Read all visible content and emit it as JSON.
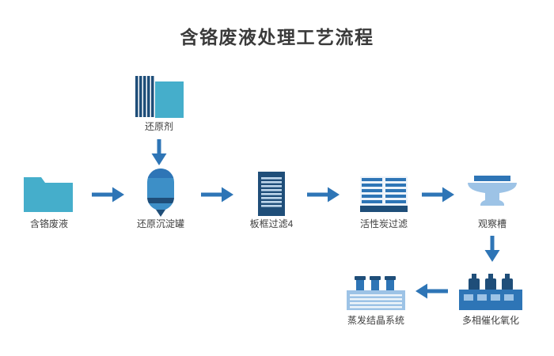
{
  "title": "含铬废液处理工艺流程",
  "nodes": {
    "waste": {
      "label": "含铬废液"
    },
    "reducer": {
      "label": "还原剂"
    },
    "tank": {
      "label": "还原沉淀罐"
    },
    "plate_filter": {
      "label": "板框过滤4"
    },
    "carbon_filter": {
      "label": "活性炭过滤"
    },
    "observe": {
      "label": "观察槽"
    },
    "oxidation": {
      "label": "多相催化氧化"
    },
    "evaporation": {
      "label": "蒸发结晶系统"
    }
  },
  "edges": [
    {
      "from": "含铬废液",
      "to": "还原沉淀罐",
      "direction": "right"
    },
    {
      "from": "还原剂",
      "to": "还原沉淀罐",
      "direction": "down"
    },
    {
      "from": "还原沉淀罐",
      "to": "板框过滤4",
      "direction": "right"
    },
    {
      "from": "板框过滤4",
      "to": "活性炭过滤",
      "direction": "right"
    },
    {
      "from": "活性炭过滤",
      "to": "观察槽",
      "direction": "right"
    },
    {
      "from": "观察槽",
      "to": "多相催化氧化",
      "direction": "down"
    },
    {
      "from": "多相催化氧化",
      "to": "蒸发结晶系统",
      "direction": "left"
    }
  ],
  "colors": {
    "teal": "#45AECB",
    "blue": "#2E75B6",
    "navy": "#1F4E79",
    "lightblue": "#9DC3E6",
    "tankblue": "#3D8FC7",
    "pale": "#EDF3FA",
    "stripe_light": "#BFD7EC",
    "title_text": "#3A3A3A",
    "label_text": "#404040"
  }
}
